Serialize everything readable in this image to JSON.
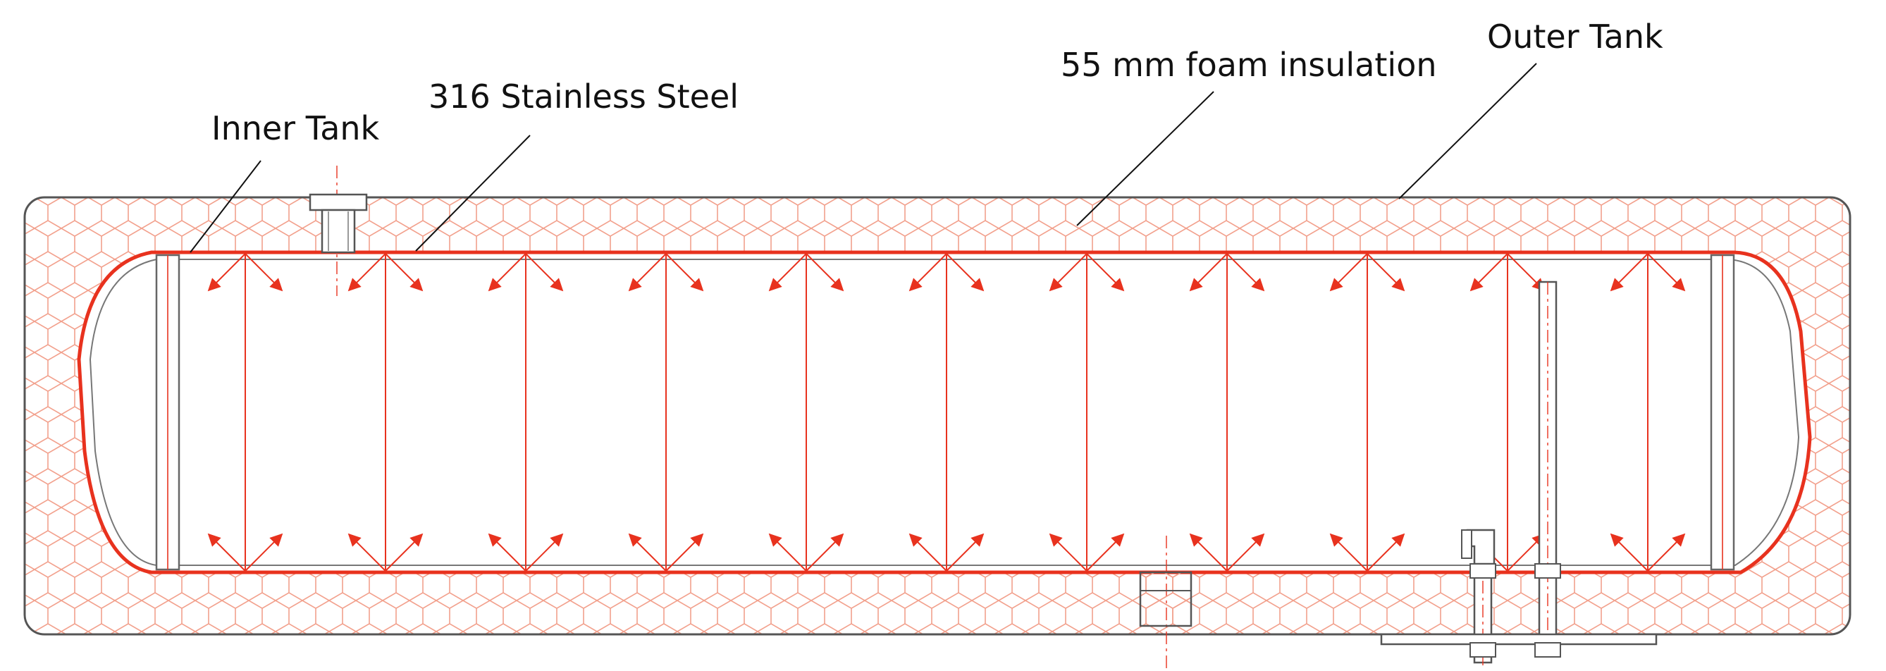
{
  "labels": {
    "inner_tank": "Inner Tank",
    "stainless": "316 Stainless Steel",
    "foam": "55 mm foam insulation",
    "outer_tank": "Outer Tank"
  },
  "colors": {
    "foam_line": "#f2a08c",
    "red": "#e8321e",
    "outline": "#555555",
    "leader": "#111111"
  },
  "structure": {
    "baffle_count": 11,
    "arrow_pairs_per_row": 11
  }
}
